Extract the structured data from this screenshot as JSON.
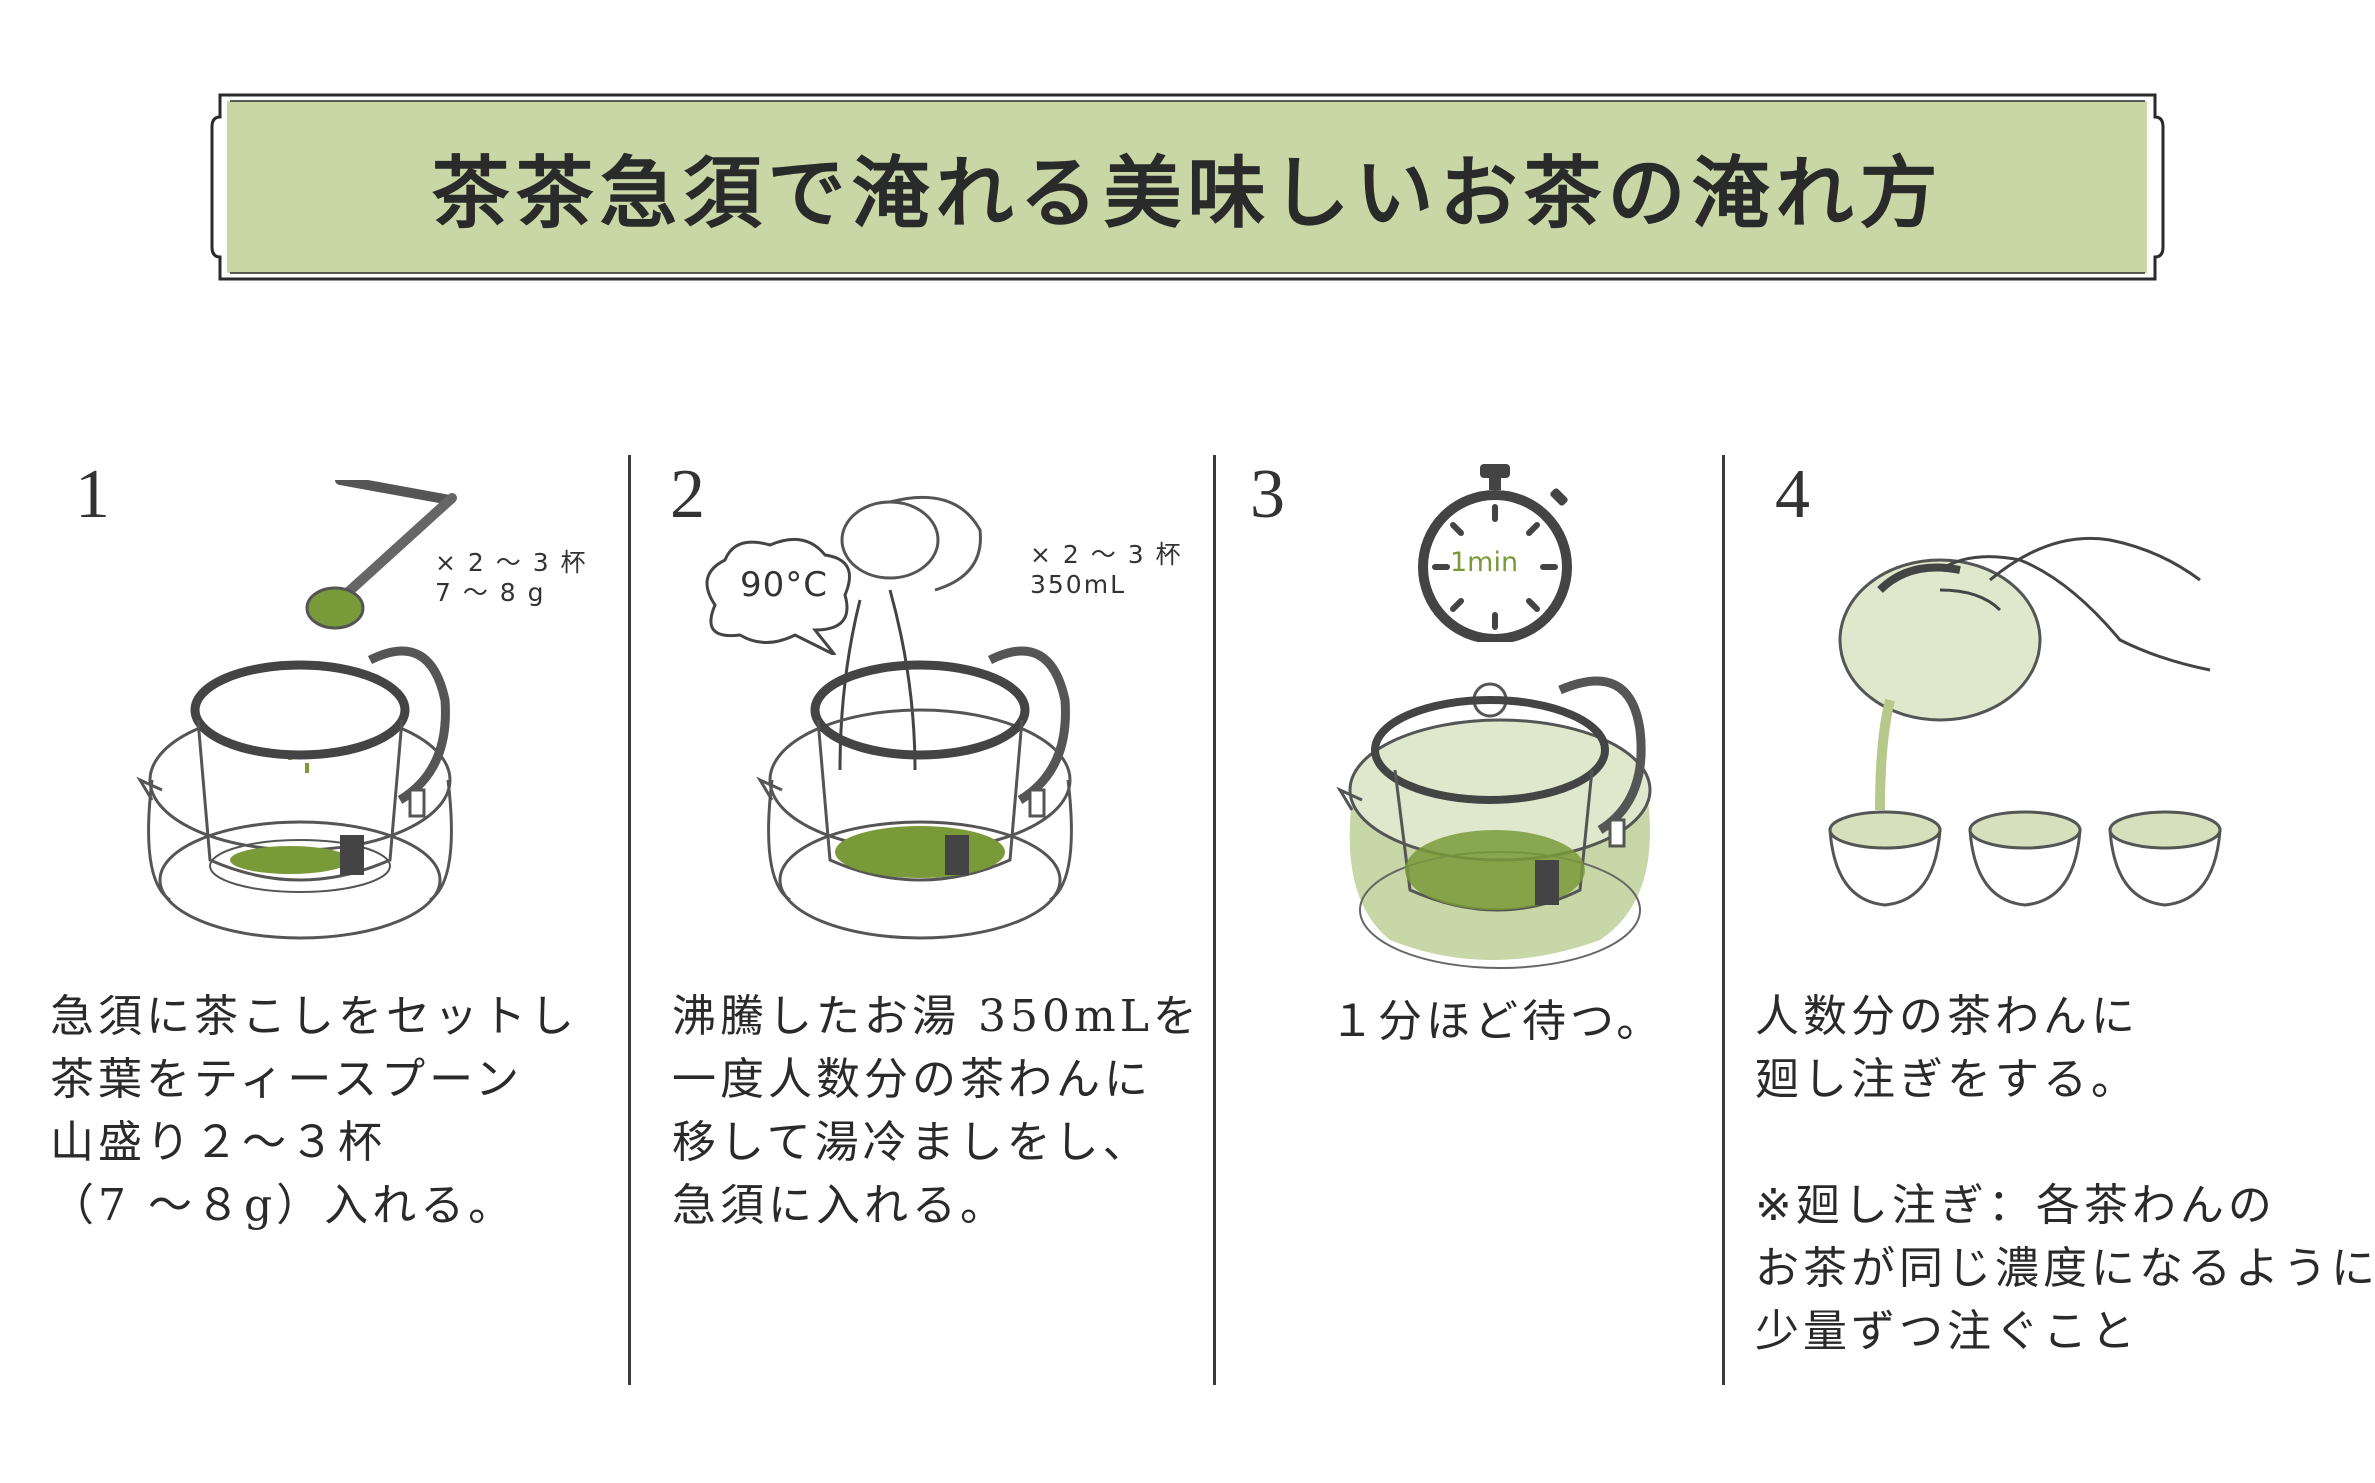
{
  "title": "茶茶急須で淹れる美味しいお茶の淹れ方",
  "colors": {
    "banner": "#c9d6a6",
    "leaf": "#7a9a3a",
    "tea": "#c8d7a8",
    "ink": "#4a4a4a"
  },
  "steps": [
    {
      "number": "1",
      "note_line1": "× 2 〜 3 杯",
      "note_line2": "7 〜 8 g",
      "description": "急須に茶こしをセットし\n茶葉をティースプーン\n山盛り２〜３杯\n（7 〜８g）入れる。"
    },
    {
      "number": "2",
      "bubble": "90°C",
      "note_line1": "× 2 〜 3 杯",
      "note_line2": "350mL",
      "description": "沸騰したお湯 350mLを\n一度人数分の茶わんに\n移して湯冷ましをし、\n急須に入れる。"
    },
    {
      "number": "3",
      "timer": "1min",
      "description": "１分ほど待つ。"
    },
    {
      "number": "4",
      "description": "人数分の茶わんに\n廻し注ぎをする。\n\n※廻し注ぎ：各茶わんの\nお茶が同じ濃度になるように\n少量ずつ注ぐこと"
    }
  ]
}
